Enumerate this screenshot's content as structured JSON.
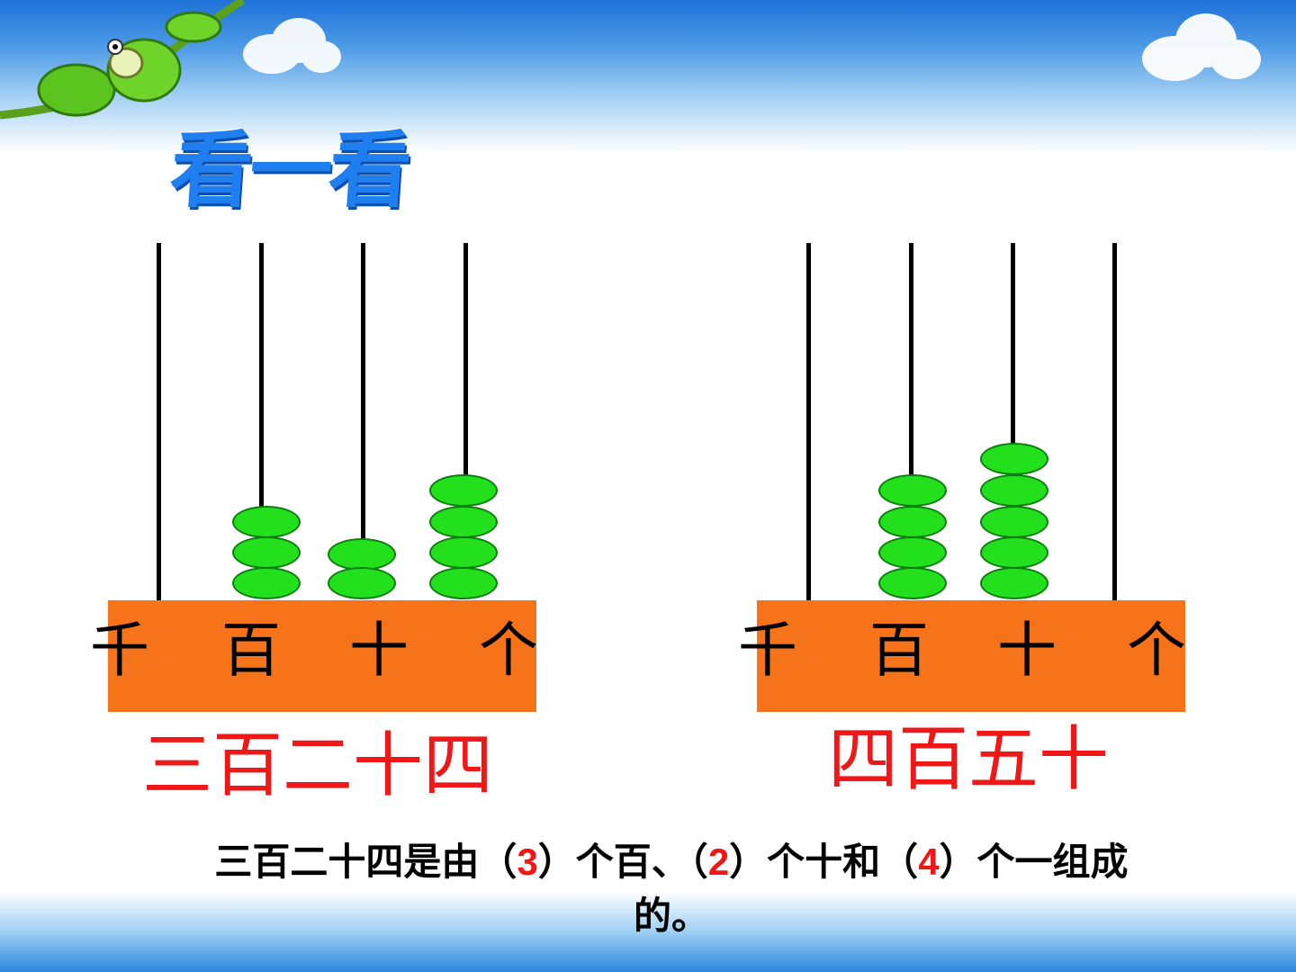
{
  "title": "看一看",
  "abacus_left": {
    "places": [
      "千",
      "百",
      "十",
      "个"
    ],
    "beads": {
      "千": 0,
      "百": 3,
      "十": 2,
      "个": 4
    },
    "reading": "三百二十四"
  },
  "abacus_right": {
    "places": [
      "千",
      "百",
      "十",
      "个"
    ],
    "beads": {
      "千": 0,
      "百": 4,
      "十": 5,
      "个": 0
    },
    "reading": "四百五十"
  },
  "sentence": {
    "part1": "三百二十四是由（",
    "blank1": "3",
    "part2": "）个百、（",
    "blank2": "2",
    "part3": "）个十和（",
    "blank3": "4",
    "part4": "）个一组成",
    "part5": "的。"
  },
  "colors": {
    "rod": "#000000",
    "bead": "#22e01c",
    "base": "#f7731a",
    "reading": "#ef1717",
    "title": "#1f7ff0",
    "answer": "#ef1717"
  }
}
